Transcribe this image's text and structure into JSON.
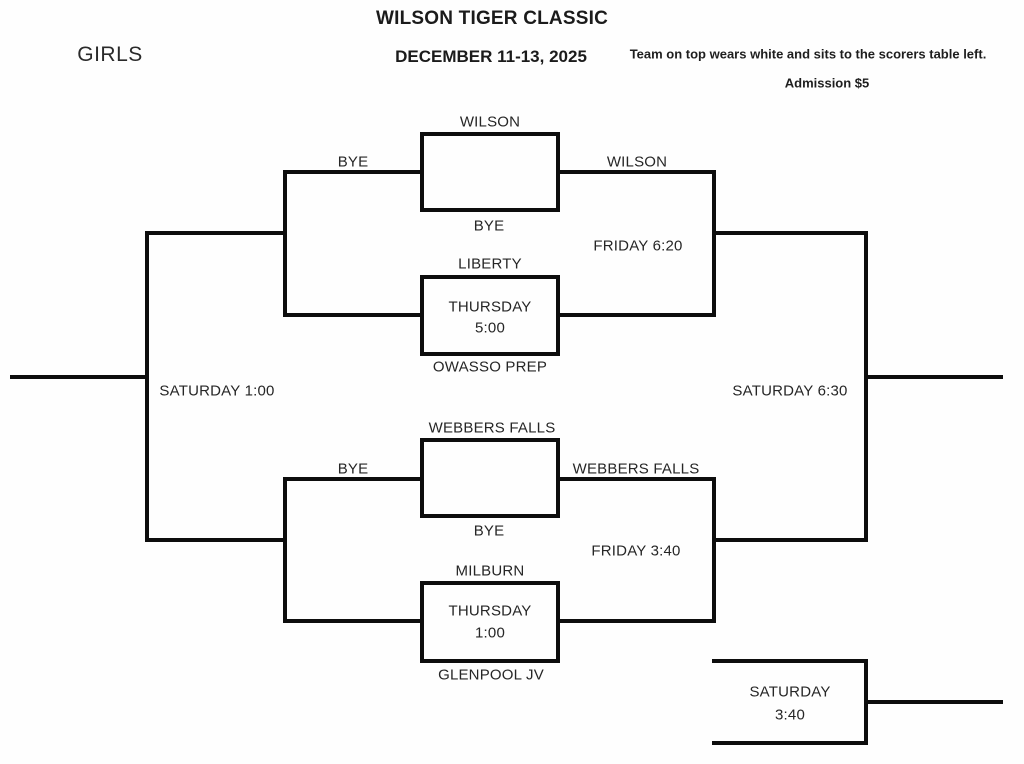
{
  "header": {
    "title": "WILSON TIGER CLASSIC",
    "division": "GIRLS",
    "dates": "DECEMBER 11-13, 2025",
    "dress_note": "Team on top wears white and sits to the scorers table left.",
    "admission": "Admission $5"
  },
  "bracket": {
    "upper": {
      "team1": "WILSON",
      "team1_opponent": "BYE",
      "winner1": "WILSON",
      "bye_note": "BYE",
      "semifinal": "FRIDAY 6:20",
      "team2": "LIBERTY",
      "game_day": "THURSDAY",
      "game_time": "5:00",
      "team2_opponent": "OWASSO PREP"
    },
    "lower": {
      "team1": "WEBBERS FALLS",
      "team1_opponent": "BYE",
      "winner1": "WEBBERS FALLS",
      "bye_note": "BYE",
      "semifinal": "FRIDAY 3:40",
      "team2": "MILBURN",
      "game_day": "THURSDAY",
      "game_time": "1:00",
      "team2_opponent": "GLENPOOL JV"
    },
    "consolation": "SATURDAY 1:00",
    "final": "SATURDAY 6:30",
    "third_place": {
      "day": "SATURDAY",
      "time": "3:40"
    }
  }
}
